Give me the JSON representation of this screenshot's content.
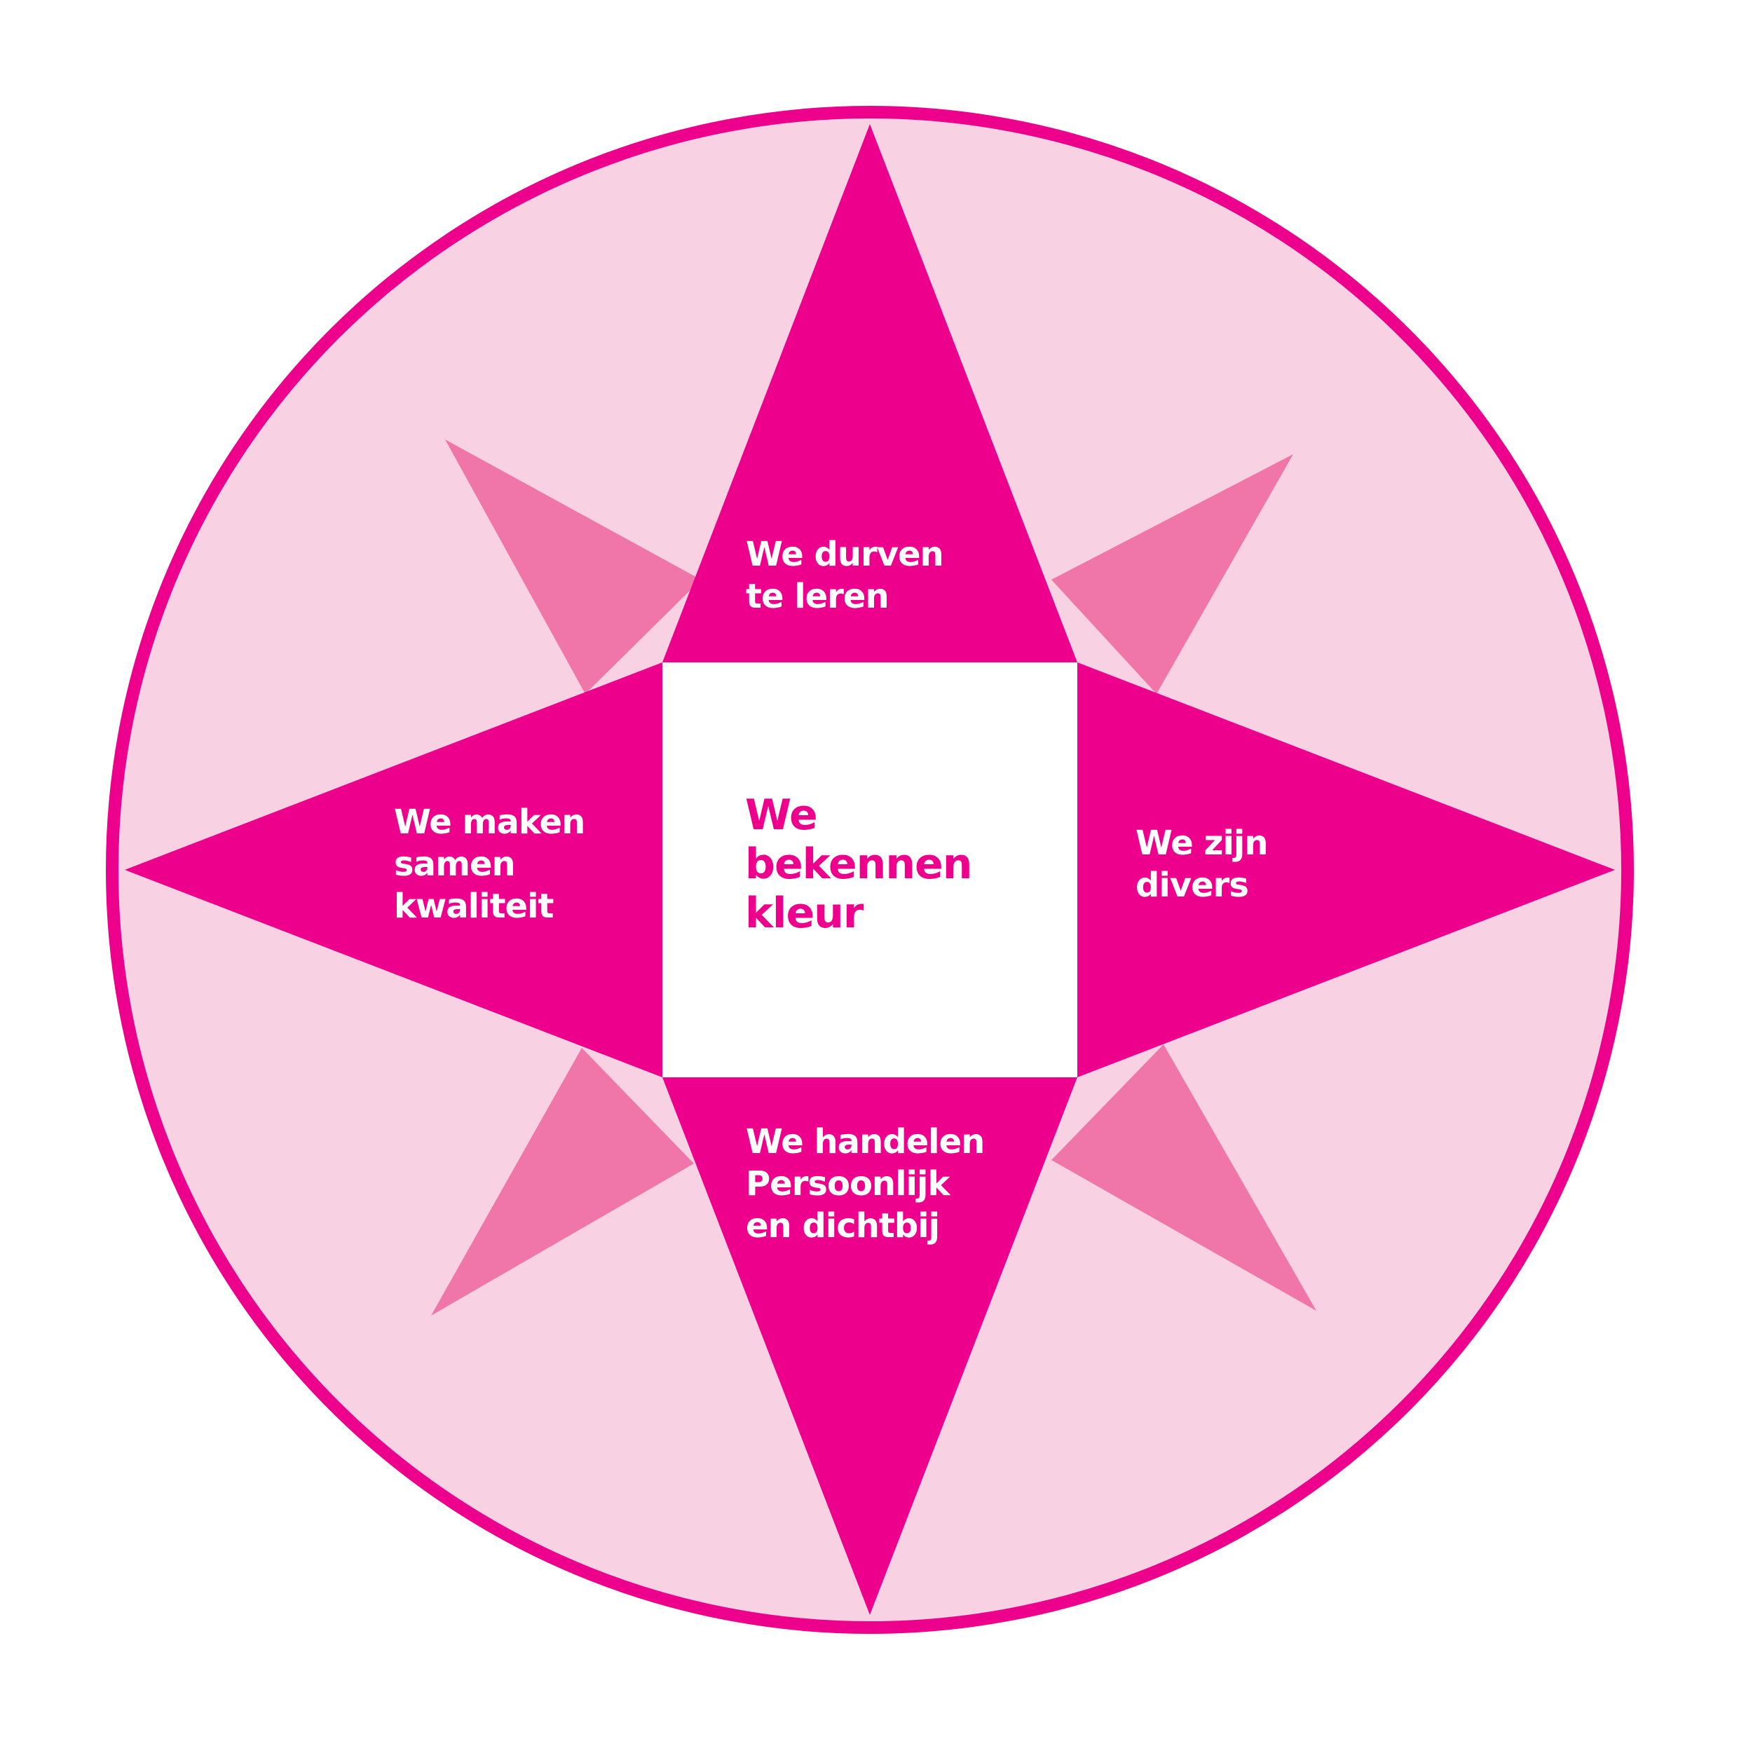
{
  "colors": {
    "ring": "#EC008C",
    "disc_fill": "#F8D2E2",
    "main_points": "#EC008C",
    "diagonal_points": "#F075A8",
    "center_fill": "#FFFFFF",
    "center_text": "#EC008C",
    "point_text": "#FFFFFF"
  },
  "center": {
    "lines": [
      "We",
      "bekennen",
      "kleur"
    ]
  },
  "points": {
    "north": {
      "lines": [
        "We durven",
        "te leren"
      ]
    },
    "east": {
      "lines": [
        "We zijn",
        "divers"
      ]
    },
    "south": {
      "lines": [
        "We handelen",
        "Persoonlijk",
        "en dichtbij"
      ]
    },
    "west": {
      "lines": [
        "We maken",
        "samen",
        "kwaliteit"
      ]
    }
  }
}
